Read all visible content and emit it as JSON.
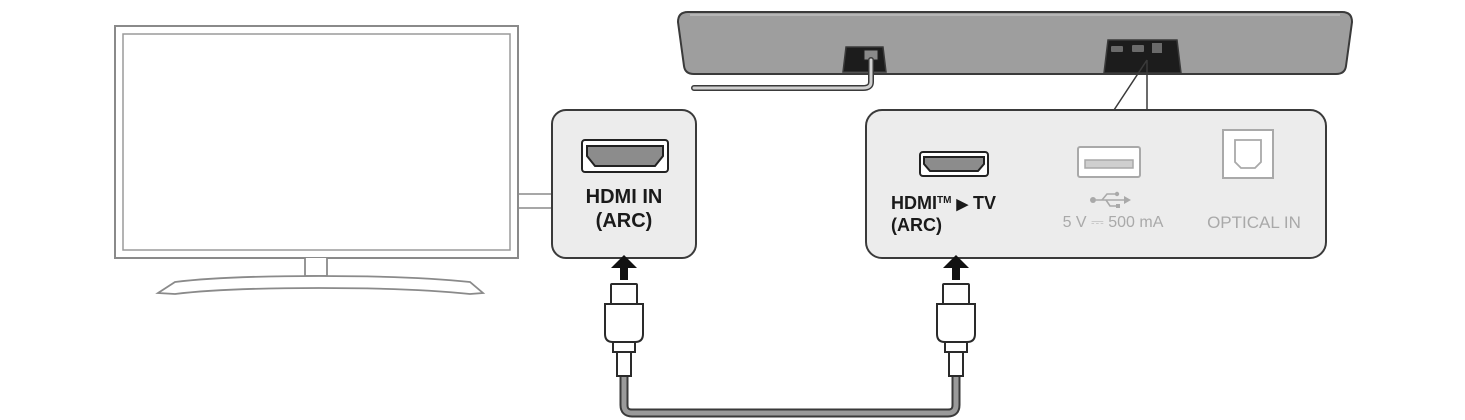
{
  "tv_port": {
    "line1": "HDMI IN",
    "line2": "(ARC)"
  },
  "soundbar_ports": {
    "hdmi": {
      "prefix": "HDMI",
      "tm": "TM",
      "arrow": "▶",
      "target": "TV",
      "line2": "(ARC)"
    },
    "usb": {
      "symbol": "usb-icon",
      "label": "5 V ⎓ 500 mA"
    },
    "optical": {
      "label": "OPTICAL IN"
    }
  },
  "colors": {
    "stroke": "#3a3a3a",
    "panel_fill": "#ececec",
    "soundbar_fill": "#9e9e9e",
    "cable": "#9a9a9a",
    "muted_text": "#a9a9a9"
  }
}
